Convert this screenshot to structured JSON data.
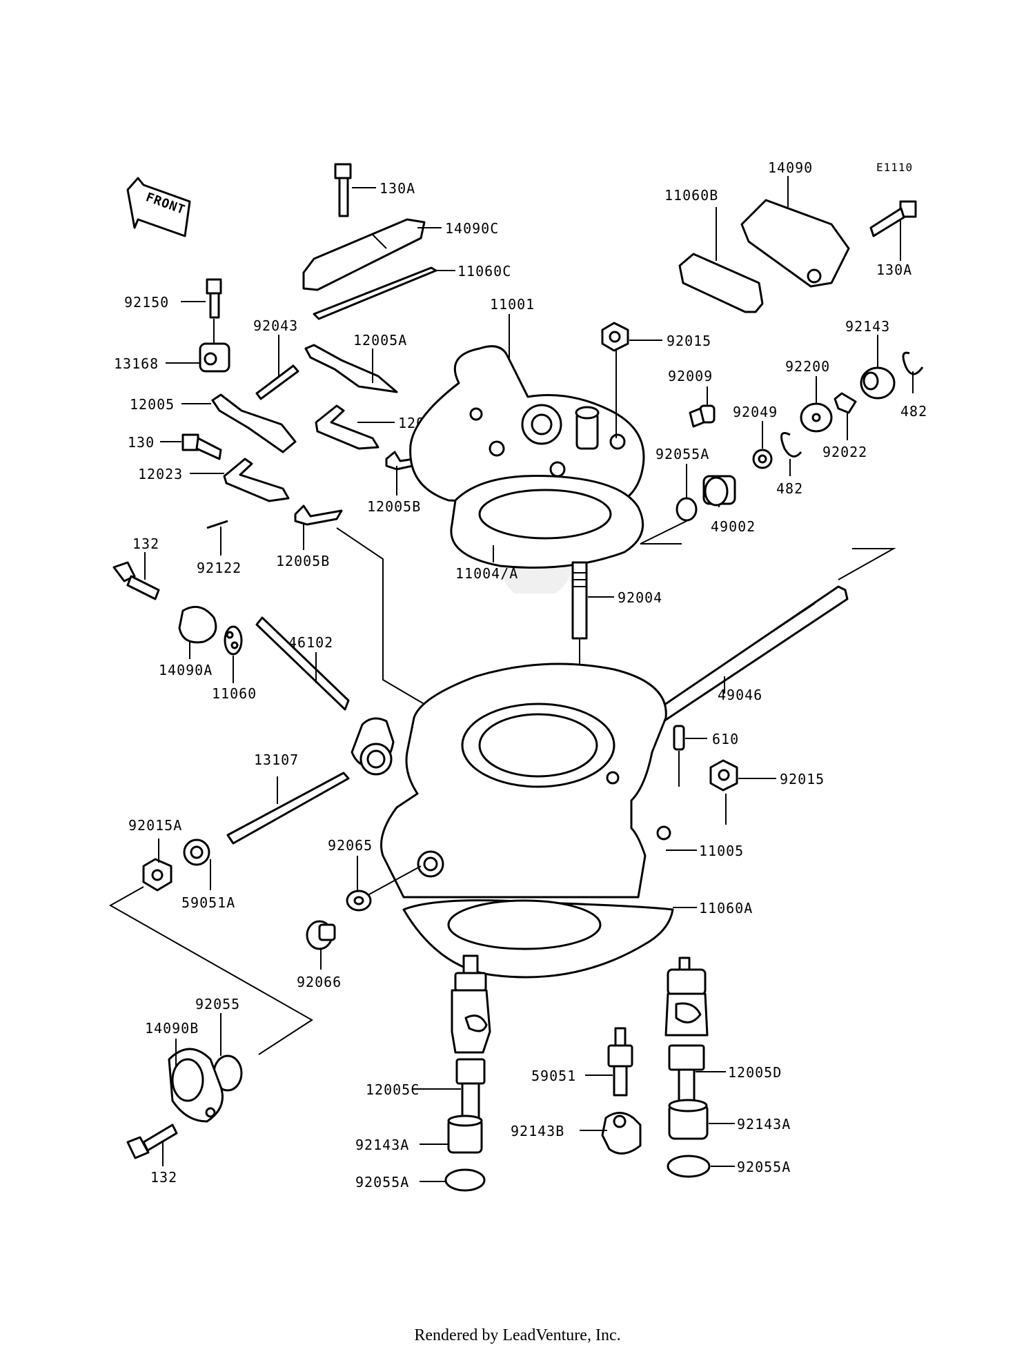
{
  "diagram": {
    "code": "E1110",
    "front_label": "FRONT",
    "labels": {
      "l130A_top": "130A",
      "l14090C": "14090C",
      "l11060C": "11060C",
      "l14090": "14090",
      "l11060B": "11060B",
      "l130A_right": "130A",
      "l92150": "92150",
      "l92043": "92043",
      "l12005A": "12005A",
      "l11001": "11001",
      "l92015_top": "92015",
      "l92143": "92143",
      "l482_right": "482",
      "l13168": "13168",
      "l92009": "92009",
      "l92200": "92200",
      "l12005": "12005",
      "l12023_mid": "12023",
      "l92049": "92049",
      "l92022": "92022",
      "l130": "130",
      "l12023_left": "12023",
      "l12005B_mid": "12005B",
      "l92055A_mid": "92055A",
      "l482_mid": "482",
      "l49002": "49002",
      "l92122": "92122",
      "l12005B_left": "12005B",
      "l132_top": "132",
      "l11004A": "11004/A",
      "l92004": "92004",
      "l46102": "46102",
      "l14090A": "14090A",
      "l11060": "11060",
      "l49046": "49046",
      "l610": "610",
      "l13107": "13107",
      "l92015_right": "92015",
      "l92015A": "92015A",
      "l92065": "92065",
      "l11005": "11005",
      "l59051A": "59051A",
      "l11060A": "11060A",
      "l92066": "92066",
      "l92055": "92055",
      "l14090B": "14090B",
      "l12005D": "12005D",
      "l59051": "59051",
      "l12005C": "12005C",
      "l92143A_right": "92143A",
      "l92143B": "92143B",
      "l92143A_left": "92143A",
      "l92055A_left": "92055A",
      "l92055A_right": "92055A",
      "l132_bottom": "132"
    }
  },
  "footer": {
    "text": "Rendered by LeadVenture, Inc."
  }
}
